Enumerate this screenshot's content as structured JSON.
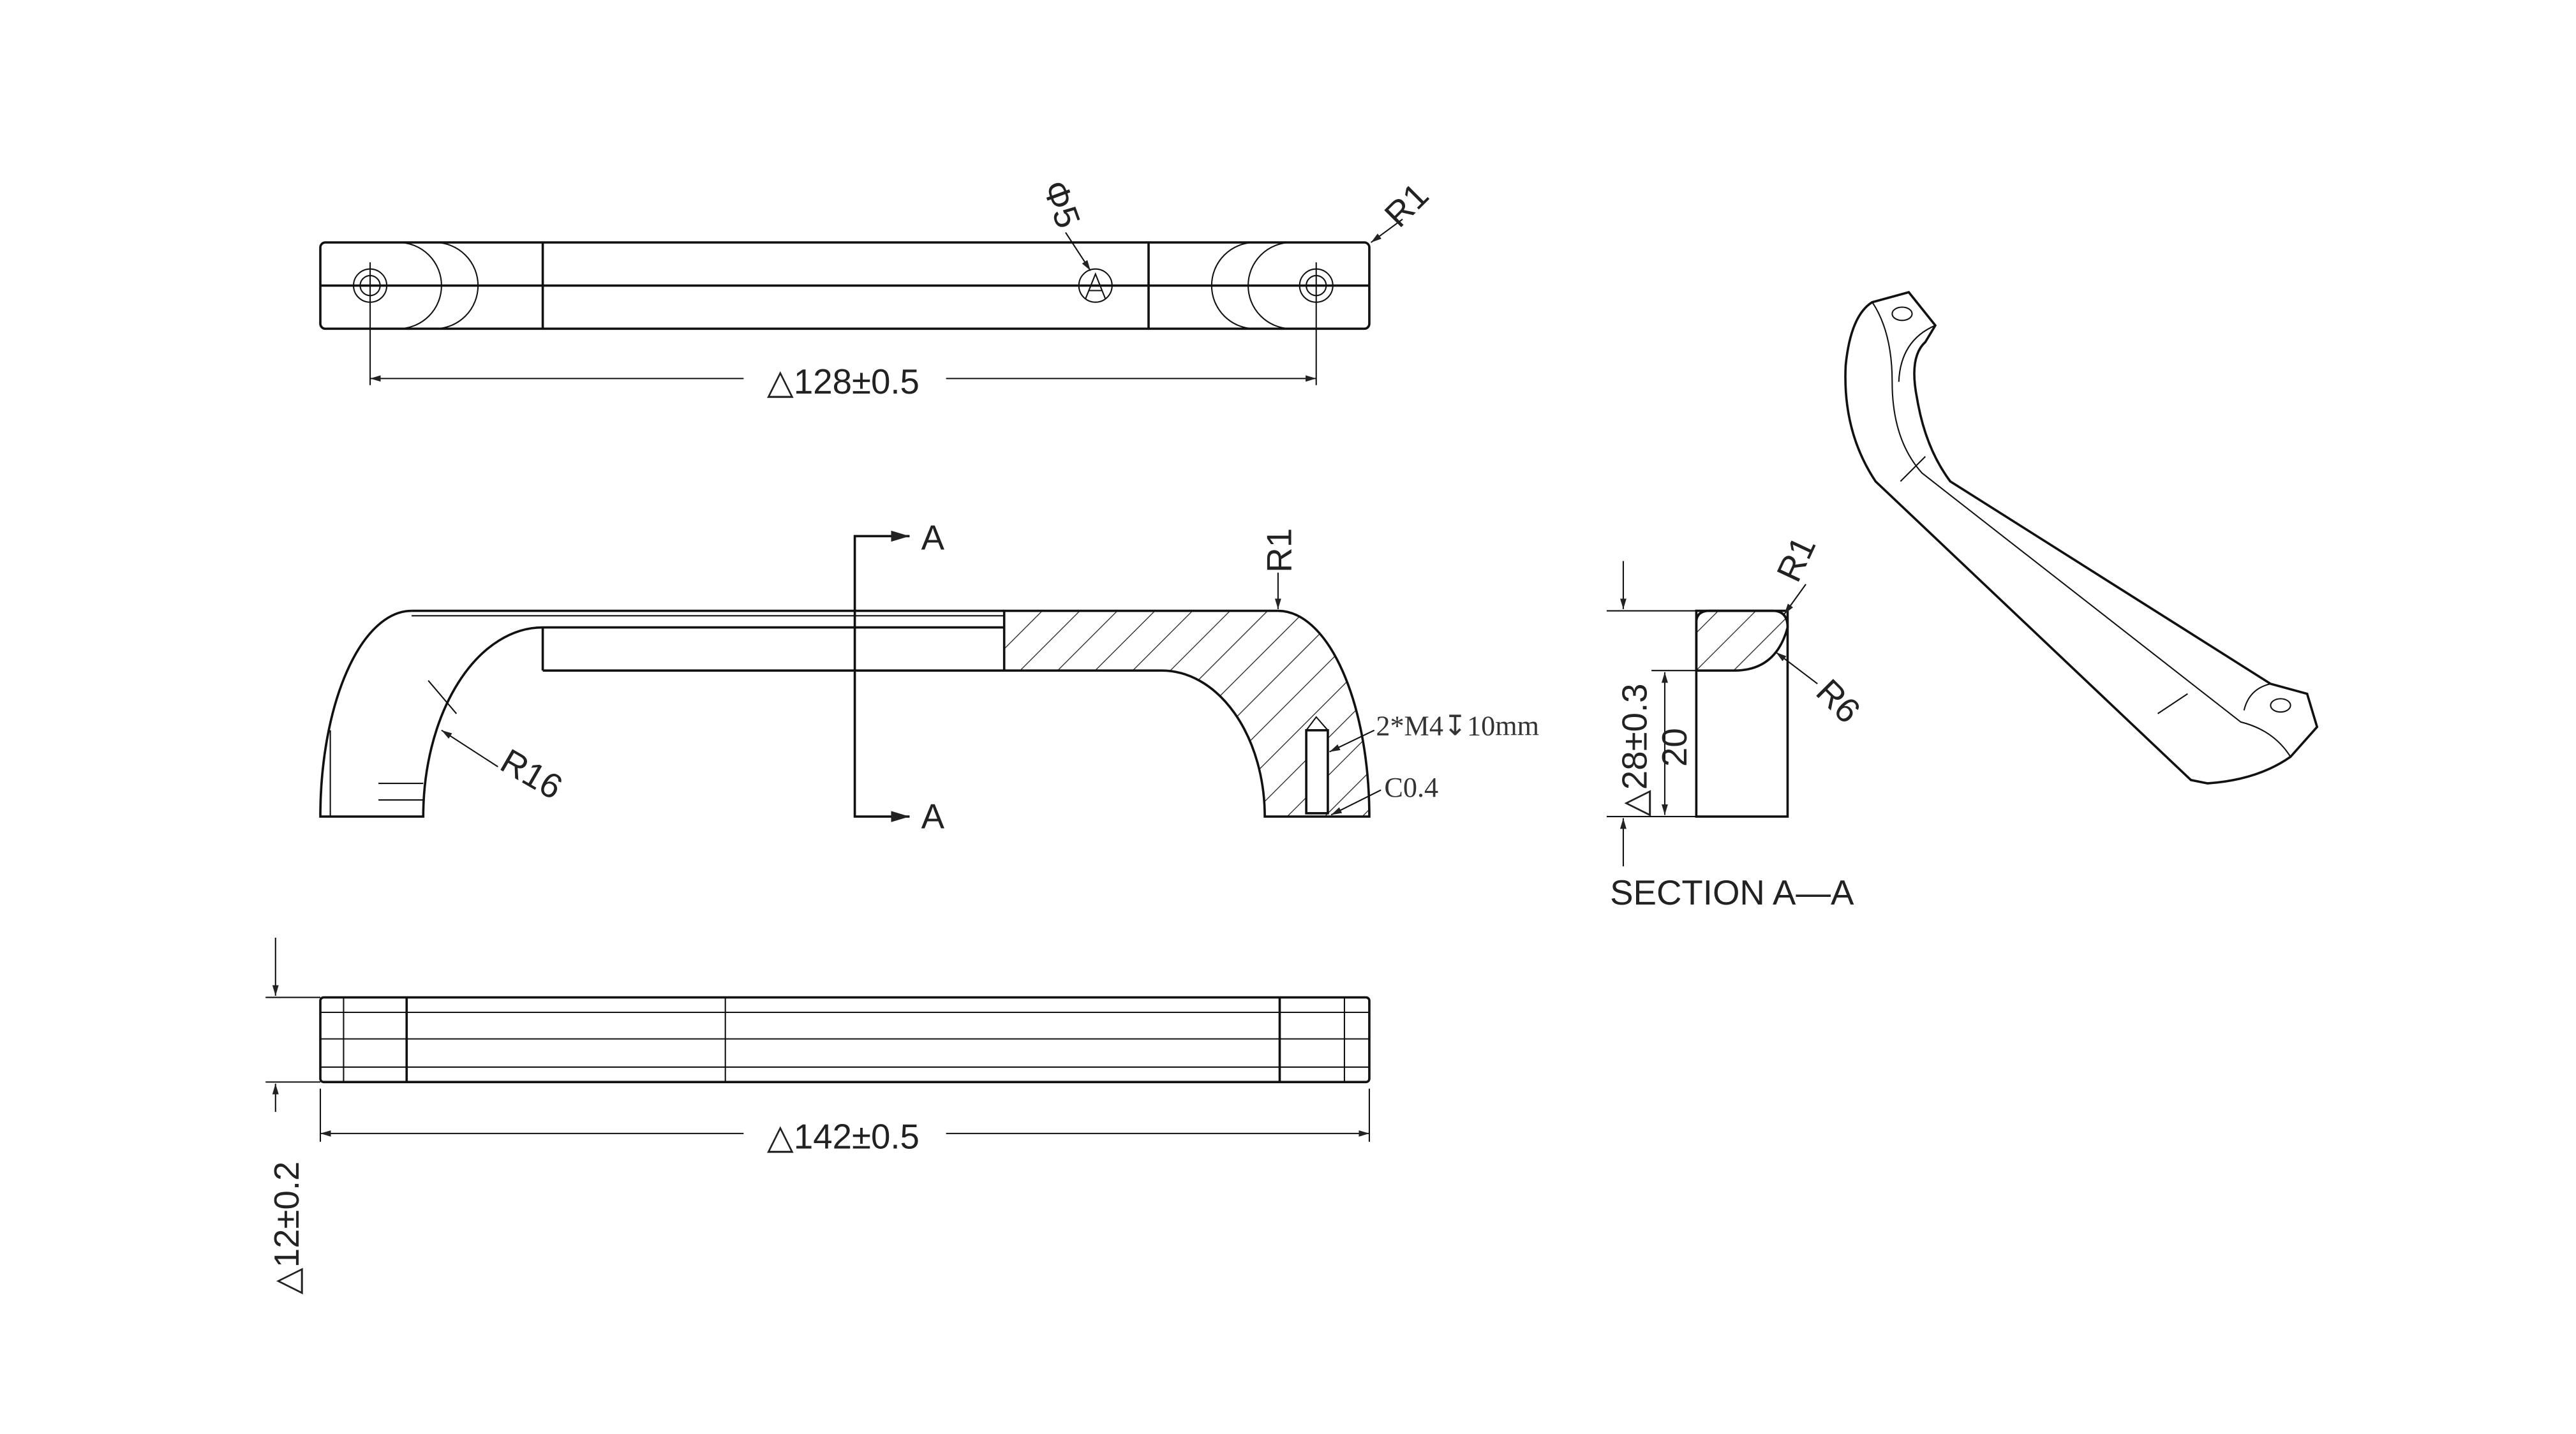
{
  "top_view": {
    "hole_label": "Φ5",
    "radius_label": "R1",
    "length_dim": "△128±0.5"
  },
  "front_view": {
    "section_mark": "A",
    "section_mark_bottom": "A",
    "radius_top": "R1",
    "radius_inner": "R16",
    "thread_note": "2*M4↧10mm",
    "chamfer_note": "C0.4"
  },
  "section_view": {
    "title": "SECTION A—A",
    "height_dim": "△28±0.3",
    "inner_dim": "20",
    "radius_top": "R1",
    "radius_side": "R6"
  },
  "bottom_view": {
    "length_dim": "△142±0.5",
    "thickness_dim": "△12±0.2"
  }
}
